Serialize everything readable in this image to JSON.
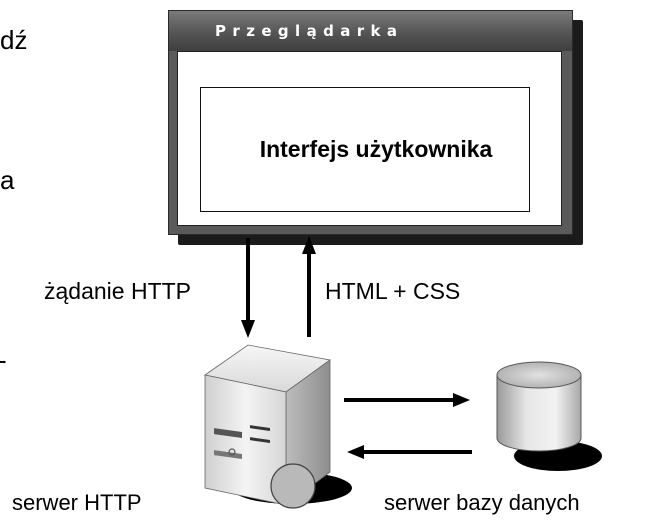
{
  "fragments": [
    "dź",
    "a",
    "-"
  ],
  "browser": {
    "title": "Przeglądarka",
    "ui_label": "Interfejs użytkownika"
  },
  "arrows": {
    "request_label": "żądanie HTTP",
    "response_label": "HTML + CSS"
  },
  "nodes": {
    "http_server_label": "serwer HTTP",
    "db_server_label": "serwer bazy danych"
  },
  "icons": [
    "server-tower-icon",
    "database-cylinder-icon"
  ],
  "colors": {
    "window_frame": "#5a5a5a",
    "title_text": "#ffffff",
    "arrow": "#000000"
  }
}
